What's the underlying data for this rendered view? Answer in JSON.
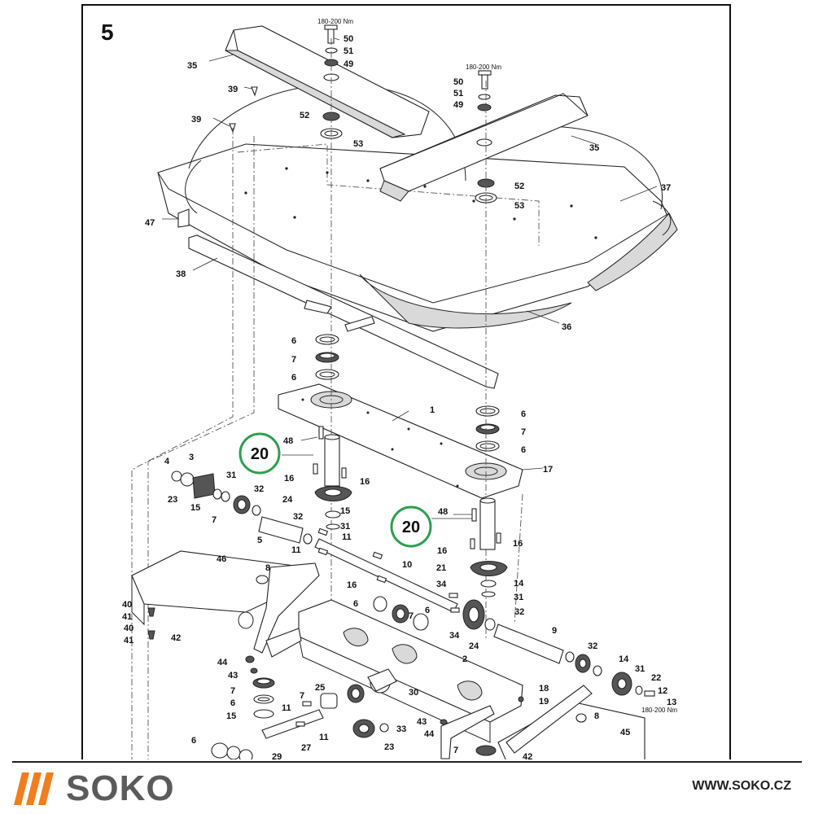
{
  "page_number": "5",
  "torque_labels": [
    "180-200 Nm",
    "180-200 Nm",
    "180-200 Nm"
  ],
  "part_labels": [
    "50",
    "51",
    "49",
    "35",
    "39",
    "39",
    "52",
    "53",
    "50",
    "51",
    "49",
    "35",
    "52",
    "53",
    "37",
    "47",
    "38",
    "36",
    "6",
    "7",
    "6",
    "1",
    "6",
    "7",
    "6",
    "17",
    "48",
    "16",
    "16",
    "4",
    "3",
    "23",
    "15",
    "7",
    "31",
    "32",
    "24",
    "15",
    "31",
    "5",
    "32",
    "11",
    "11",
    "48",
    "16",
    "16",
    "21",
    "14",
    "31",
    "10",
    "46",
    "8",
    "40",
    "41",
    "40",
    "41",
    "42",
    "16",
    "34",
    "6",
    "7",
    "6",
    "34",
    "24",
    "32",
    "9",
    "2",
    "44",
    "43",
    "7",
    "6",
    "15",
    "25",
    "7",
    "11",
    "30",
    "32",
    "14",
    "31",
    "22",
    "12",
    "13",
    "18",
    "19",
    "8",
    "45",
    "43",
    "44",
    "33",
    "23",
    "27",
    "11",
    "6",
    "29",
    "7",
    "42"
  ],
  "callouts": [
    "20",
    "20"
  ],
  "brand": {
    "name": "SOKO",
    "website": "WWW.SOKO.CZ",
    "accent_color": "#f07d1e",
    "text_color": "#5b5b5b"
  }
}
